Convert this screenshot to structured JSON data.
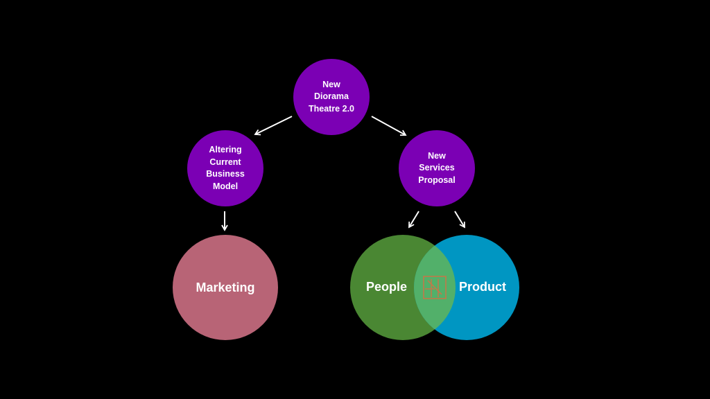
{
  "nodes": {
    "root": "New\nDiorama\nTheatre 2.0",
    "left": "Altering\nCurrent\nBusiness\nModel",
    "right": "New\nServices\nProposal",
    "marketing": "Marketing",
    "people": "People",
    "product": "Product"
  },
  "colors": {
    "background": "#000000",
    "purple_node": "#7b00b4",
    "marketing": "#b86476",
    "people": "#4a8733",
    "product": "#0096c2",
    "overlap": "#52b06a",
    "overlap_icon": "#c07a4a"
  }
}
